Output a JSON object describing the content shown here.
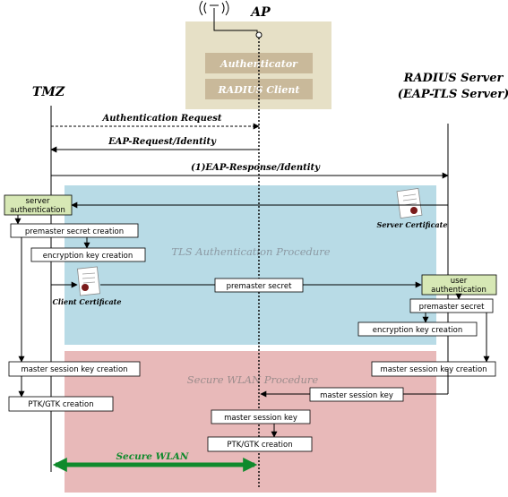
{
  "ap": {
    "title": "AP",
    "authenticator_label": "Authenticator",
    "radius_client_label": "RADIUS Client"
  },
  "tmz": {
    "label": "TMZ"
  },
  "radius_server": {
    "line1": "RADIUS Server",
    "line2": "(EAP-TLS Server)"
  },
  "messages": {
    "auth_request": "Authentication Request",
    "eap_request_identity": "EAP-Request/Identity",
    "eap_response_identity": "(1)EAP-Response/Identity"
  },
  "tls_region": {
    "label": "TLS Authentication Procedure"
  },
  "wlan_region": {
    "label": "Secure WLAN Procedure"
  },
  "client_side": {
    "server_auth_line1": "server",
    "server_auth_line2": "authentication",
    "premaster_creation": "premaster secret creation",
    "encryption_key_creation": "encryption key creation",
    "client_certificate": "Client Certificate",
    "master_session_key_creation": "master session key creation",
    "ptk_gtk_creation": "PTK/GTK creation"
  },
  "server_side": {
    "server_certificate": "Server Certificate",
    "user_auth_line1": "user",
    "user_auth_line2": "authentication",
    "premaster_secret": "premaster secret",
    "encryption_key_creation": "encryption key creation",
    "master_session_key_creation": "master session key creation",
    "master_session_key": "master session key"
  },
  "ap_side": {
    "master_session_key": "master session key",
    "ptk_gtk_creation": "PTK/GTK creation"
  },
  "exchange": {
    "premaster_secret": "premaster secret"
  },
  "secure_wlan": {
    "label": "Secure WLAN"
  },
  "colors": {
    "tls_region": "#b8dbe6",
    "wlan_region": "#e8b9b9",
    "ap_box": "#e6e0c6",
    "ap_inner": "#c9b99a",
    "auth_badge": "#d7e8b5",
    "secure_wlan": "#0f8a2c"
  }
}
